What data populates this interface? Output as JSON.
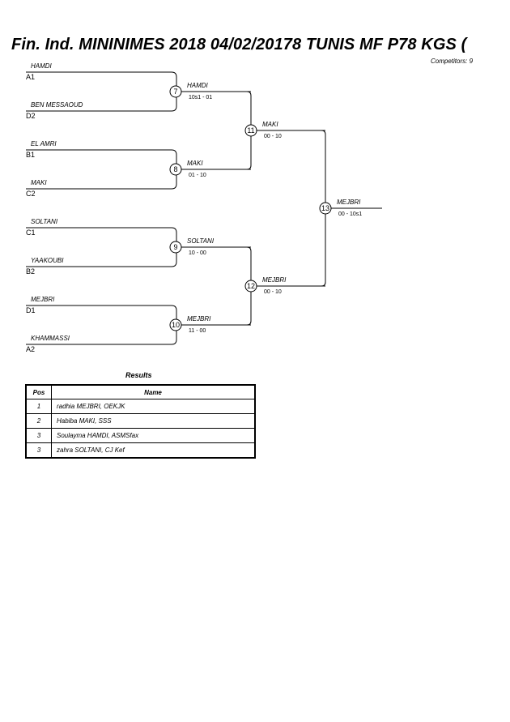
{
  "header": {
    "title": "Fin. Ind. MININIMES 2018  04/02/20178  TUNIS   MF P78 KGS (",
    "competitors": "Competitors: 9"
  },
  "bracket": {
    "round1": [
      {
        "top": {
          "name": "HAMDI",
          "seed": "A1"
        },
        "bottom": {
          "name": "BEN MESSAOUD",
          "seed": "D2"
        },
        "bout": "7",
        "winner": "HAMDI",
        "score": "10s1 - 01"
      },
      {
        "top": {
          "name": "EL AMRI",
          "seed": "B1"
        },
        "bottom": {
          "name": "MAKI",
          "seed": "C2"
        },
        "bout": "8",
        "winner": "MAKI",
        "score": "01 - 10"
      },
      {
        "top": {
          "name": "SOLTANI",
          "seed": "C1"
        },
        "bottom": {
          "name": "YAAKOUBI",
          "seed": "B2"
        },
        "bout": "9",
        "winner": "SOLTANI",
        "score": "10 - 00"
      },
      {
        "top": {
          "name": "MEJBRI",
          "seed": "D1"
        },
        "bottom": {
          "name": "KHAMMASSI",
          "seed": "A2"
        },
        "bout": "10",
        "winner": "MEJBRI",
        "score": "11 - 00"
      }
    ],
    "round2": [
      {
        "bout": "11",
        "winner": "MAKI",
        "score": "00 - 10"
      },
      {
        "bout": "12",
        "winner": "MEJBRI",
        "score": "00 - 10"
      }
    ],
    "final": {
      "bout": "13",
      "winner": "MEJBRI",
      "score": "00 - 10s1"
    }
  },
  "results": {
    "title": "Results",
    "headers": {
      "pos": "Pos",
      "name": "Name"
    },
    "rows": [
      {
        "pos": "1",
        "name": "radhia MEJBRI, OEKJK"
      },
      {
        "pos": "2",
        "name": "Habiba MAKI, SSS"
      },
      {
        "pos": "3",
        "name": "Soulayma HAMDI, ASMSfax"
      },
      {
        "pos": "3",
        "name": "zahra SOLTANI, CJ Kef"
      }
    ]
  }
}
